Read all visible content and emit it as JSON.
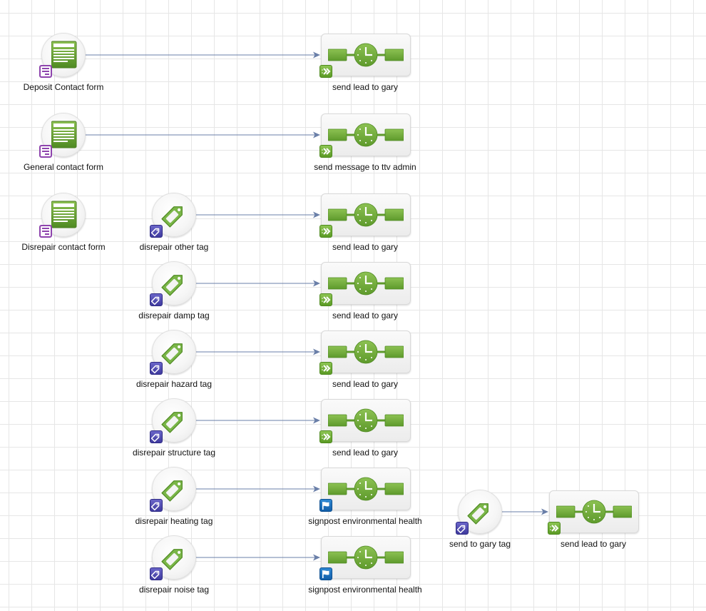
{
  "colors": {
    "edge": "#6a7fa8",
    "form_green": "#6aa33a",
    "tag_green": "#7ab648",
    "form_badge": "#8e44ad",
    "tag_badge": "#4a45b0",
    "forward_badge": "#6fae35",
    "flag_badge": "#1a6fbf",
    "grid": "#e6e6e6"
  },
  "triggers": {
    "forms": [
      {
        "label": "Deposit Contact form",
        "icon": "form-icon",
        "badge": "form-badge-icon"
      },
      {
        "label": "General contact form",
        "icon": "form-icon",
        "badge": "form-badge-icon"
      },
      {
        "label": "Disrepair contact form",
        "icon": "form-icon",
        "badge": "form-badge-icon"
      }
    ],
    "tags": [
      {
        "label": "disrepair other tag",
        "icon": "tag-icon",
        "badge": "tag-badge-icon"
      },
      {
        "label": "disrepair damp tag",
        "icon": "tag-icon",
        "badge": "tag-badge-icon"
      },
      {
        "label": "disrepair hazard tag",
        "icon": "tag-icon",
        "badge": "tag-badge-icon"
      },
      {
        "label": "disrepair structure tag",
        "icon": "tag-icon",
        "badge": "tag-badge-icon"
      },
      {
        "label": "disrepair heating tag",
        "icon": "tag-icon",
        "badge": "tag-badge-icon"
      },
      {
        "label": "disrepair noise tag",
        "icon": "tag-icon",
        "badge": "tag-badge-icon"
      },
      {
        "label": "send to gary tag",
        "icon": "tag-icon",
        "badge": "tag-badge-icon"
      }
    ]
  },
  "actions": [
    {
      "label": "send lead to gary",
      "icon": "timer-sequence-icon",
      "badge": "forward-icon"
    },
    {
      "label": "send message to ttv admin",
      "icon": "timer-sequence-icon",
      "badge": "forward-icon"
    },
    {
      "label": "send lead to gary",
      "icon": "timer-sequence-icon",
      "badge": "forward-icon"
    },
    {
      "label": "send lead to gary",
      "icon": "timer-sequence-icon",
      "badge": "forward-icon"
    },
    {
      "label": "send lead to gary",
      "icon": "timer-sequence-icon",
      "badge": "forward-icon"
    },
    {
      "label": "send lead to gary",
      "icon": "timer-sequence-icon",
      "badge": "forward-icon"
    },
    {
      "label": "signpost environmental health",
      "icon": "timer-sequence-icon",
      "badge": "flag-icon"
    },
    {
      "label": "signpost environmental health",
      "icon": "timer-sequence-icon",
      "badge": "flag-icon"
    },
    {
      "label": "send lead to gary",
      "icon": "timer-sequence-icon",
      "badge": "forward-icon"
    }
  ],
  "connections": [
    {
      "from": "form-0",
      "to": "action-0"
    },
    {
      "from": "form-1",
      "to": "action-1"
    },
    {
      "from": "tag-0",
      "to": "action-2"
    },
    {
      "from": "tag-1",
      "to": "action-3"
    },
    {
      "from": "tag-2",
      "to": "action-4"
    },
    {
      "from": "tag-3",
      "to": "action-5"
    },
    {
      "from": "tag-4",
      "to": "action-6"
    },
    {
      "from": "tag-5",
      "to": "action-7"
    },
    {
      "from": "tag-6",
      "to": "action-8"
    }
  ]
}
